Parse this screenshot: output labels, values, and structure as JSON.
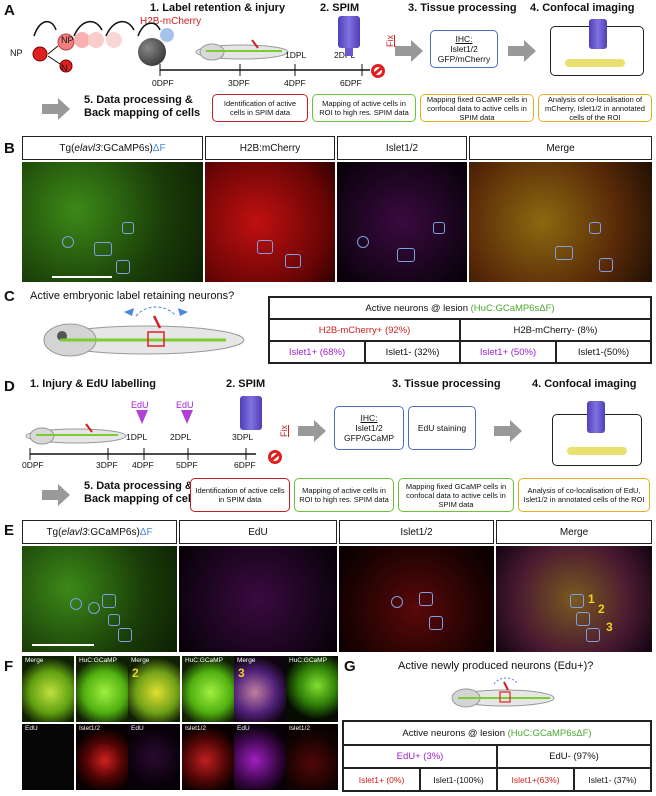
{
  "panels": {
    "A": {
      "label": "A",
      "steps": [
        "1. Label retention & injury",
        "2. SPIM",
        "3. Tissue processing",
        "4. Confocal imaging"
      ],
      "h2b_label": "H2B-mCherry",
      "cells": [
        "NP",
        "NP",
        "N"
      ],
      "ticks": [
        "0DPF",
        "3DPF",
        "1DPL",
        "4DPF",
        "2DPL",
        "6DPF"
      ],
      "fix": "Fix",
      "ihc": [
        "IHC:",
        "Islet1/2",
        "GFP/mCherry"
      ],
      "step5": [
        "5. Data processing &",
        "Back mapping of cells"
      ],
      "boxes": [
        "Identification of active cells in SPIM data",
        "Mapping of active cells in ROI to high res. SPIM data",
        "Mapping fixed GCaMP cells in confocal data to active cells in SPIM data",
        "Analysis of co-localisation of mCherry, Islet1/2 in annotated cells of the ROI"
      ],
      "colors": {
        "box1": "#c0202a",
        "box2": "#6ac43a",
        "box3": "#e8b020",
        "box4": "#e8b020",
        "ihc": "#4a72b8"
      }
    },
    "B": {
      "label": "B",
      "headers": [
        "Tg(",
        "elavl3",
        ":GCaMP6s)",
        "ΔF",
        "H2B:mCherry",
        "Islet1/2",
        "Merge"
      ]
    },
    "C": {
      "label": "C",
      "question": "Active embryonic label retaining neurons?",
      "table_title": "Active neurons @ lesion",
      "table_title_paren": "(HuC:GCaMP6sΔF)",
      "row1": [
        "H2B-mCherry+ (92%)",
        "H2B-mCherry- (8%)"
      ],
      "row2": [
        "Islet1+ (68%)",
        "Islet1- (32%)",
        "Islet1+ (50%)",
        "Islet1-(50%)"
      ]
    },
    "D": {
      "label": "D",
      "steps": [
        "1. Injury & EdU labelling",
        "2. SPIM",
        "3. Tissue processing",
        "4. Confocal imaging"
      ],
      "edu": [
        "EdU",
        "EdU"
      ],
      "ticks": [
        "0DPF",
        "3DPF",
        "1DPL",
        "4DPF",
        "5DPF",
        "2DPL",
        "3DPL",
        "6DPF"
      ],
      "fix": "Fix",
      "ihc": [
        "IHC:",
        "Islet1/2",
        "GFP/GCaMP"
      ],
      "edu_staining": "EdU staining",
      "step5": [
        "5. Data processing &",
        "Back mapping of cells"
      ],
      "boxes": [
        "Identification of active cells in SPIM data",
        "Mapping of active cells in ROI to high res. SPIM data",
        "Mapping fixed GCaMP cells in confocal data to active cells in SPIM data",
        "Analysis of co-localisation of EdU, Islet1/2 in annotated cells of the ROI"
      ]
    },
    "E": {
      "label": "E",
      "headers": [
        "Tg(",
        "elavl3",
        ":GCaMP6s)",
        "ΔF",
        "EdU",
        "Islet1/2",
        "Merge"
      ],
      "numbers": [
        "1",
        "2",
        "3"
      ]
    },
    "F": {
      "label": "F",
      "top_labels": [
        "Merge",
        "HuC:GCaMP",
        "Merge",
        "HuC:GCaMP",
        "Merge",
        "HuC:GCaMP"
      ],
      "bottom_labels": [
        "EdU",
        "Islet1/2",
        "EdU",
        "Islet1/2",
        "EdU",
        "Islet1/2"
      ],
      "numbers": [
        "2",
        "3"
      ]
    },
    "G": {
      "label": "G",
      "question": "Active newly produced neurons (Edu+)?",
      "table_title": "Active neurons @ lesion",
      "table_title_paren": "(HuC:GCaMP6sΔF)",
      "row1": [
        "EdU+ (3%)",
        "EdU- (97%)"
      ],
      "row2": [
        "Islet1+ (0%)",
        "Islet1-(100%)",
        "Islet1+(63%)",
        "Islet1- (37%)"
      ]
    }
  }
}
